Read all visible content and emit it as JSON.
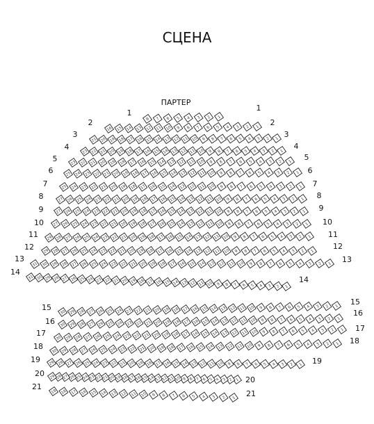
{
  "stage_label": "СЦЕНА",
  "section_label": "ПАРТЕР",
  "rows": [
    {
      "label": "1",
      "seats": 8
    },
    {
      "label": "2",
      "seats": 16
    },
    {
      "label": "3",
      "seats": 21
    },
    {
      "label": "4",
      "seats": 23
    },
    {
      "label": "5",
      "seats": 23
    },
    {
      "label": "6",
      "seats": 25
    },
    {
      "label": "7",
      "seats": 25
    },
    {
      "label": "8",
      "seats": 27
    },
    {
      "label": "9",
      "seats": 27
    },
    {
      "label": "10",
      "seats": 27
    },
    {
      "label": "11",
      "seats": 29
    },
    {
      "label": "12",
      "seats": 29
    },
    {
      "label": "13",
      "seats": 31
    },
    {
      "label": "14",
      "seats": 31
    },
    {
      "label": "15",
      "seats": 30
    },
    {
      "label": "16",
      "seats": 30
    },
    {
      "label": "17",
      "seats": 30
    },
    {
      "label": "18",
      "seats": 30
    },
    {
      "label": "19",
      "seats": 29
    },
    {
      "label": "20",
      "seats": 29
    },
    {
      "label": "21",
      "seats": 19
    }
  ],
  "colors": {
    "seat_fill": "#ffffff",
    "seat_stroke": "#222222",
    "text": "#111111"
  }
}
